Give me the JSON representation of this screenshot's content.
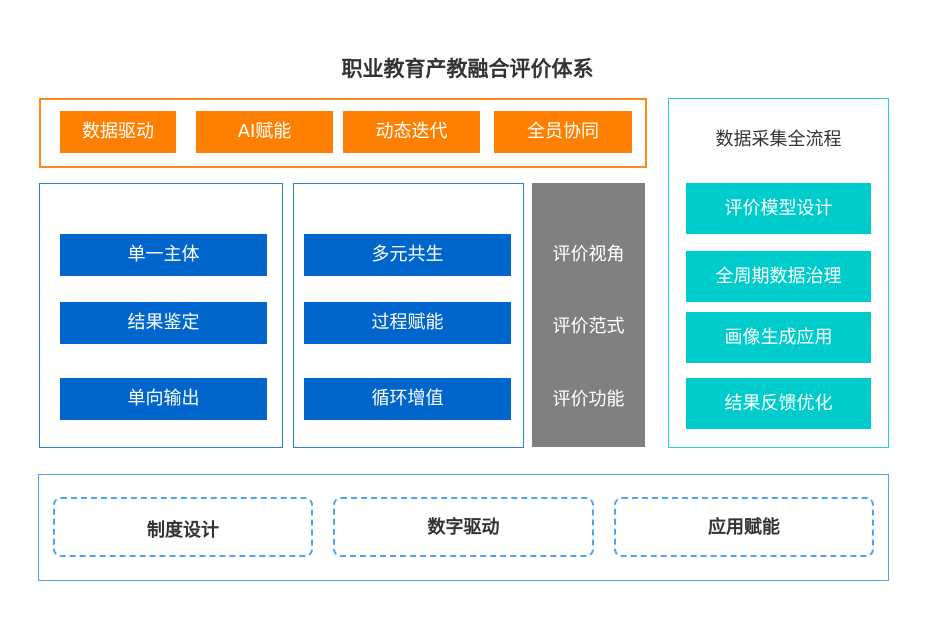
{
  "title": "职业教育产教融合评价体系",
  "colors": {
    "orange": "#FF8000",
    "blue": "#0066CC",
    "gray": "#808080",
    "cyan": "#00CCCC",
    "border_blue": "#2D7FD8",
    "border_light_blue": "#4DA3F5",
    "text_dark": "#333333"
  },
  "top_features": [
    "数据驱动",
    "AI赋能",
    "动态迭代",
    "全员协同"
  ],
  "traditional_column": [
    "单一主体",
    "结果鉴定",
    "单向输出"
  ],
  "new_column": [
    "多元共生",
    "过程赋能",
    "循环增值"
  ],
  "dimension_labels": [
    "评价视角",
    "评价范式",
    "评价功能"
  ],
  "data_process": {
    "title": "数据采集全流程",
    "steps": [
      "评价模型设计",
      "全周期数据治理",
      "画像生成应用",
      "结果反馈优化"
    ]
  },
  "foundation": [
    "制度设计",
    "数字驱动",
    "应用赋能"
  ]
}
